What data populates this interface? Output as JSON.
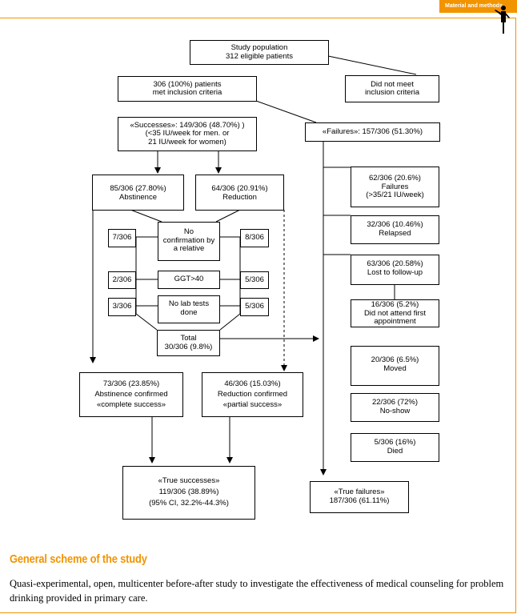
{
  "header": {
    "section_tab": "Material and methods"
  },
  "flow": {
    "study_population": "Study population\n312 eligible patients",
    "met_criteria": "306 (100%) patients\nmet inclusion criteria",
    "did_not_meet": "Did not meet\ninclusion criteria",
    "successes": "«Successes»: 149/306 (48.70%) )\n(<35 IU/week for men. or\n21 IU/week for women)",
    "failures": "«Failures»: 157/306 (51.30%)",
    "abstinence": "85/306 (27.80%)\nAbstinence",
    "reduction": "64/306 (20.91%)\nReduction",
    "no_confirmation": "No\nconfirmation by\na relative",
    "ggt": "GGT>40",
    "no_lab_tests": "No lab tests\ndone",
    "total": "Total\n30/306 (9.8%)",
    "left_7": "7/306",
    "left_2": "2/306",
    "left_3": "3/306",
    "right_8": "8/306",
    "right_5a": "5/306",
    "right_5b": "5/306",
    "abstinence_confirmed": "73/306 (23.85%)\nAbstinence confirmed\n«complete success»",
    "reduction_confirmed": "46/306 (15.03%)\nReduction confirmed\n«partial success»",
    "true_successes": "«True successes»\n119/306 (38.89%)\n(95% CI, 32.2%-44.3%)",
    "failures_detail": "62/306 (20.6%)\nFailures\n(>35/21 IU/week)",
    "relapsed": "32/306 (10.46%)\nRelapsed",
    "lost": "63/306 (20.58%)\nLost to follow-up",
    "did_not_attend": "16/306 (5.2%)\nDid not attend first\nappointment",
    "moved": "20/306 (6.5%)\nMoved",
    "no_show": "22/306 (72%)\nNo-show",
    "died": "5/306 (16%)\nDied",
    "true_failures": "«True failures»\n187/306 (61.11%)"
  },
  "caption": {
    "title": "General scheme of the study",
    "description": "Quasi-experimental, open, multicenter before-after study to investigate the effectiveness of medical counseling for problem drinking provided in primary care."
  },
  "colors": {
    "accent": "#f29400",
    "lines": "#000000"
  }
}
